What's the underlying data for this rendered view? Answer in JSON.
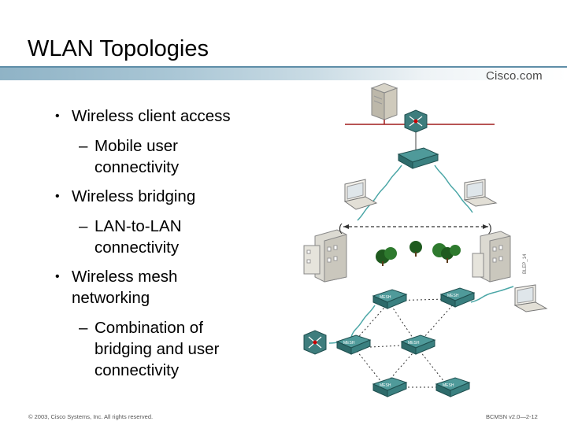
{
  "slide": {
    "title": "WLAN Topologies",
    "brand": "Cisco.com"
  },
  "bullets": [
    {
      "text": "Wireless client access",
      "sub": "Mobile user connectivity"
    },
    {
      "text": "Wireless bridging",
      "sub": "LAN-to-LAN connectivity"
    },
    {
      "text": "Wireless mesh networking",
      "sub": "Combination of bridging and user connectivity"
    }
  ],
  "bullet_marker": "•",
  "dash_marker": "–",
  "diagram": {
    "mesh_label": "MESH",
    "side_code": "BLEP_14"
  },
  "footer": {
    "copyright": "© 2003, Cisco Systems, Inc. All rights reserved.",
    "code": "BCMSN v2.0—2-12"
  },
  "colors": {
    "accent": "#5f8ea8",
    "device": "#2e6b6b",
    "lan": "#a01c1c"
  }
}
